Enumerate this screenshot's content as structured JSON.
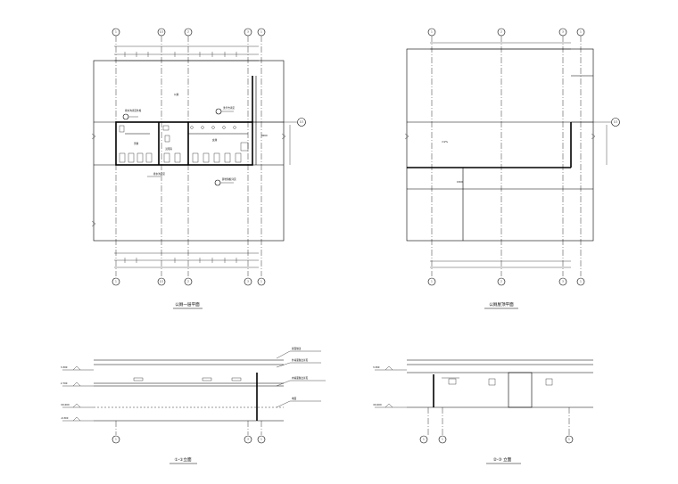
{
  "drawing": {
    "plan_title": "公厕一层平面",
    "roof_title": "公厕屋顶平面",
    "section_title": "①-①立面",
    "elevation_title": "②-③ 立面"
  },
  "grid": {
    "plan_top": [
      "1",
      "1/1",
      "2",
      "3",
      "1"
    ],
    "plan_bottom": [
      "1",
      "1/1",
      "2",
      "3",
      "1"
    ],
    "roof_top": [
      "1",
      "2",
      "3",
      "1"
    ],
    "roof_bottom": [
      "1",
      "2",
      "3",
      "1"
    ],
    "plan_side": "1/1",
    "roof_side": "1/1",
    "section_bottom": [
      "1",
      "3",
      "1"
    ],
    "elev_bottom": [
      "1",
      "1",
      "1"
    ]
  },
  "labels": {
    "plan_room_main": "公厕",
    "plan_room_a": "男厕",
    "plan_room_b": "女厕",
    "plan_room_c": "无障碍",
    "plan_note_1": "排水沟详见外施",
    "plan_note_2": "洗手台详见",
    "plan_note_3": "蹲位隔板详见",
    "plan_note_4": "排水沟详见",
    "plan_side_dim": "3000",
    "roof_slope": "i=2%",
    "roof_dim": "1500",
    "section_note_1": "屋面做法",
    "section_note_2": "外墙面做法详见",
    "section_note_3": "内墙面做法详见",
    "section_note_4": "地面",
    "level_1": "3.300",
    "level_2": "2.700",
    "level_3": "±0.000",
    "level_4": "-0.300"
  }
}
